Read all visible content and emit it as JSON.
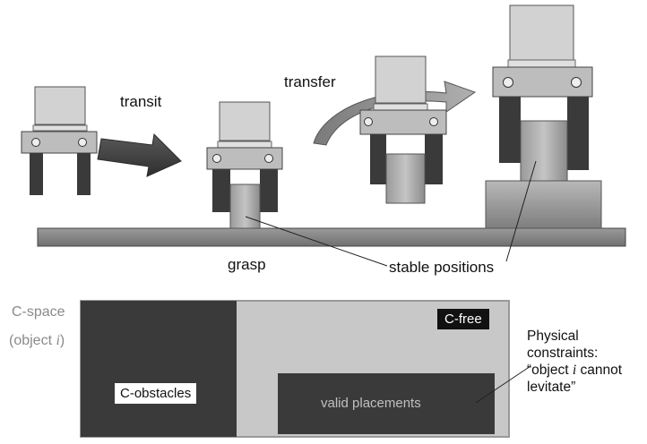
{
  "actions": {
    "transit": "transit",
    "transfer": "transfer",
    "grasp": "grasp"
  },
  "stable_positions_label": "stable positions",
  "cspace": {
    "label_line1": "C-space",
    "label_line2_prefix": "(object ",
    "label_line2_var": "i",
    "label_line2_suffix": ")",
    "free_label": "C-free",
    "obstacles_label": "C-obstacles",
    "valid_label": "valid placements"
  },
  "constraint_note": {
    "line1": "Physical",
    "line2": "constraints:",
    "line3_prefix": "“object ",
    "line3_var": "i",
    "line3_suffix": " cannot",
    "line4": "levitate”"
  }
}
